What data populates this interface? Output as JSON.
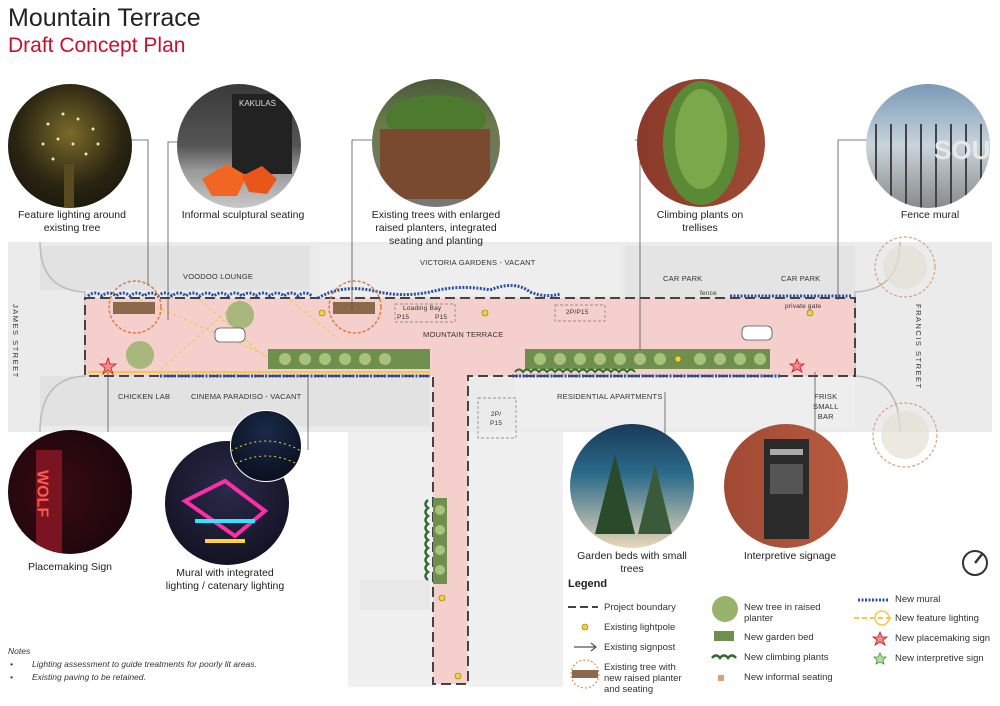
{
  "header": {
    "title": "Mountain Terrace",
    "subtitle": "Draft Concept Plan"
  },
  "photos": [
    {
      "caption_line1": "Feature lighting around",
      "caption_line2": "existing tree"
    },
    {
      "caption_line1": "Informal sculptural seating",
      "caption_line2": ""
    },
    {
      "caption_line1": "Existing trees with enlarged",
      "caption_line2": "raised planters, integrated",
      "caption_line3": "seating and planting"
    },
    {
      "caption_line1": "Climbing plants on",
      "caption_line2": "trellises"
    },
    {
      "caption_line1": "Fence mural",
      "caption_line2": ""
    },
    {
      "caption_line1": "Placemaking Sign",
      "caption_line2": ""
    },
    {
      "caption_line1": "Mural with integrated",
      "caption_line2": "lighting / catenary lighting"
    },
    {
      "caption_line1": "Garden beds with small",
      "caption_line2": "trees"
    },
    {
      "caption_line1": "Interpretive signage",
      "caption_line2": ""
    }
  ],
  "photo_signs": {
    "kakulas": "KAKULAS",
    "sign_letters": "WOLF",
    "mural_letters": "SOU"
  },
  "map_labels": {
    "voodoo": "VOODOO LOUNGE",
    "victoria": "VICTORIA GARDENS - VACANT",
    "carpark1": "CAR PARK",
    "carpark2": "CAR PARK",
    "fence": "fence",
    "private_gate": "private gate",
    "loading_bay": "Loading Bay",
    "p15a": "P15",
    "p15b": "P15",
    "twop_p15": "2P/P15",
    "mountain_terrace": "MOUNTAIN TERRACE",
    "james": "JAMES STREET",
    "francis": "FRANCIS STREET",
    "chicken_lab": "CHICKEN LAB",
    "cinema": "CINEMA PARADISO - VACANT",
    "residential": "RESIDENTIAL APARTMENTS",
    "frisk1": "FRISK",
    "frisk2": "SMALL",
    "frisk3": "BAR",
    "twop_a": "2P/",
    "twop_b": "P15"
  },
  "legend": {
    "title": "Legend",
    "items": [
      {
        "label": "Project boundary"
      },
      {
        "label": "Existing lightpole"
      },
      {
        "label": "Existing signpost"
      },
      {
        "label": "Existing tree with",
        "label2": "new raised planter",
        "label3": "and seating"
      },
      {
        "label": "New tree in raised",
        "label2": "planter"
      },
      {
        "label": "New garden bed"
      },
      {
        "label": "New climbing plants"
      },
      {
        "label": "New informal seating"
      },
      {
        "label": "New mural"
      },
      {
        "label": "New feature lighting"
      },
      {
        "label": "New placemaking sign"
      },
      {
        "label": "New interpretive sign"
      }
    ]
  },
  "notes": {
    "title": "Notes",
    "line1": "Lighting assessment to guide treatments for poorly lit areas.",
    "line2": "Existing paving to be retained."
  },
  "colors": {
    "accent_red": "#c8102e",
    "paving": "#f4cfcc",
    "mural_blue": "#2b4fa3",
    "light_yellow": "#f2c94c",
    "garden_green": "#6f8f4e",
    "boundary": "#444444"
  }
}
